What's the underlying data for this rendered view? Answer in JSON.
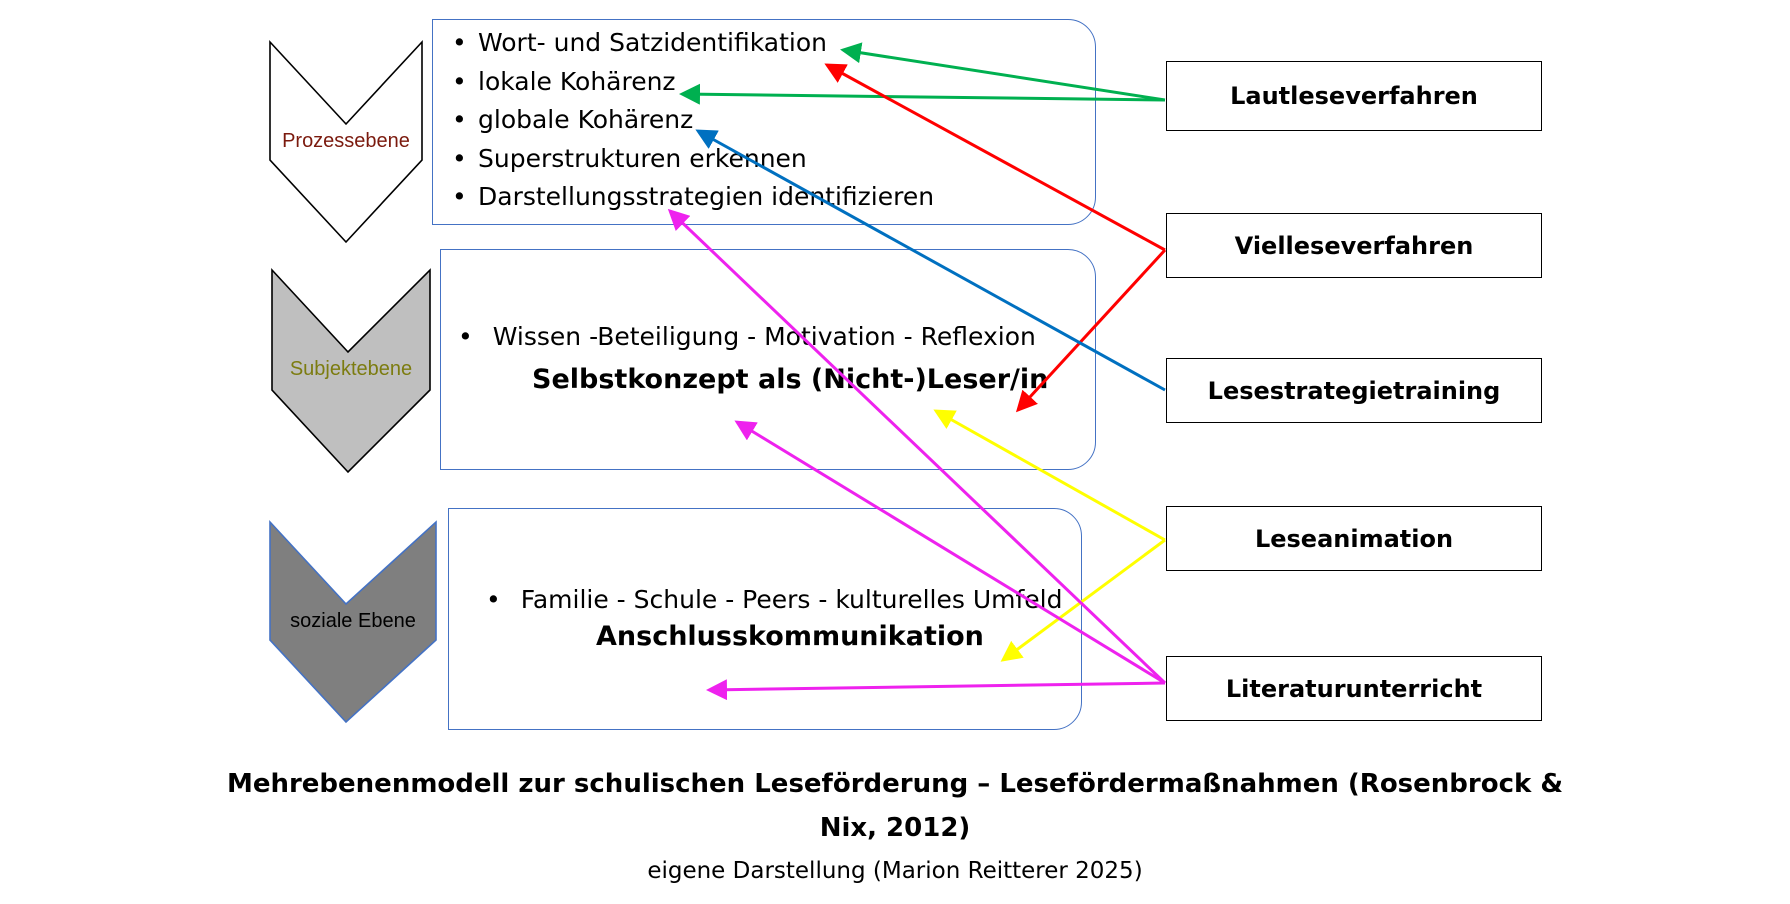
{
  "levels": [
    {
      "label": "Prozessebene",
      "label_color": "#7b1a0e",
      "fill": "#ffffff",
      "items": [
        "Wort- und Satzidentifikation",
        "lokale Kohärenz",
        "globale Kohärenz",
        "Superstrukturen erkennen",
        "Darstellungsstrategien identifizieren"
      ]
    },
    {
      "label": "Subjektebene",
      "label_color": "#7c7c10",
      "fill": "#bfbfbf",
      "items": [
        "Wissen -Beteiligung - Motivation - Reflexion"
      ],
      "focus": "Selbstkonzept als (Nicht-)Leser/in"
    },
    {
      "label": "soziale Ebene",
      "label_color": "#000000",
      "fill": "#7f7f7f",
      "items": [
        "Familie - Schule - Peers - kulturelles Umfeld"
      ],
      "focus": "Anschlusskommunikation"
    }
  ],
  "measures": [
    "Lautleseverfahren",
    "Vielleseverfahren",
    "Lesestrategietraining",
    "Leseanimation",
    "Literaturunterricht"
  ],
  "arrow_colors": {
    "Lautleseverfahren": "#00b050",
    "Vielleseverfahren": "#ff0000",
    "Lesestrategietraining": "#0070c0",
    "Leseanimation": "#ffff00",
    "Literaturunterricht": "#ee22ee"
  },
  "caption": {
    "title_line1": "Mehrebenenmodell zur schulischen Leseförderung – Lesefördermaßnahmen (Rosenbrock &",
    "title_line2": "Nix, 2012)",
    "credit": "eigene Darstellung (Marion Reitterer 2025)"
  }
}
